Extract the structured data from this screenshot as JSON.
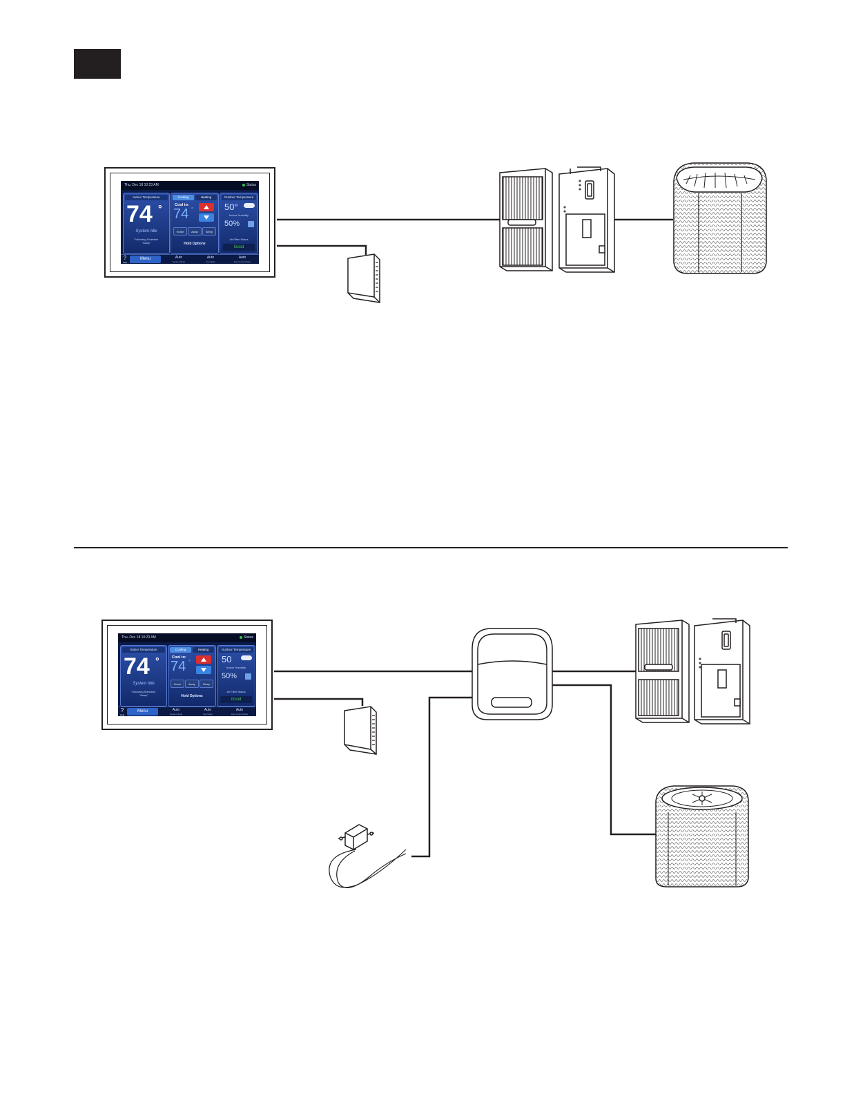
{
  "thermostat": {
    "date_time": "Thu, Dec 18   10:23 AM",
    "status_label": "Status",
    "indoor_header": "Indoor Temperature",
    "indoor_temp": "74",
    "degree": "°",
    "system_status": "System Idle",
    "schedule_line1": "Following Schedule",
    "schedule_line2": "\"Away\"",
    "cooling_tab": "Cooling",
    "heating_tab": "Heating",
    "cool_to": "Cool to:",
    "setpoint": "74",
    "mode_home": "Home",
    "mode_away": "Away",
    "mode_sleep": "Sleep",
    "hold_options": "Hold Options",
    "outdoor_header": "Outdoor Temperature",
    "outdoor_temp": "50°",
    "outdoor_temp_lower": "50",
    "indoor_humidity_label": "Indoor Humidity",
    "humidity": "50%",
    "air_filter_label": "Air Filter Status",
    "air_filter_value": "Good",
    "help_label": "?",
    "help_sub": "Help",
    "menu_label": "Menu",
    "btn_system": "Auto",
    "btn_system_sub": "System Mode",
    "btn_fan": "Auto",
    "btn_fan_sub": "Fan Mode",
    "btn_comfort": "Auto",
    "btn_comfort_sub": "Fan Control Mode"
  },
  "colors": {
    "line": "#231f20",
    "screen_bg": "#0b1c4a",
    "panel_blue": "#2c4fa8",
    "up_arrow": "#d93030",
    "down_arrow": "#3a84e0",
    "status_green": "#36c24a"
  },
  "icons": {
    "thermostat": "touchscreen-thermostat-icon",
    "indoor_sensor": "wall-sensor-icon",
    "furnace": "furnace-icon",
    "air_handler": "air-handler-icon",
    "outdoor_unit": "condenser-icon",
    "zone_panel": "comfort-control-panel-icon",
    "outdoor_sensor": "outdoor-temperature-sensor-icon"
  }
}
